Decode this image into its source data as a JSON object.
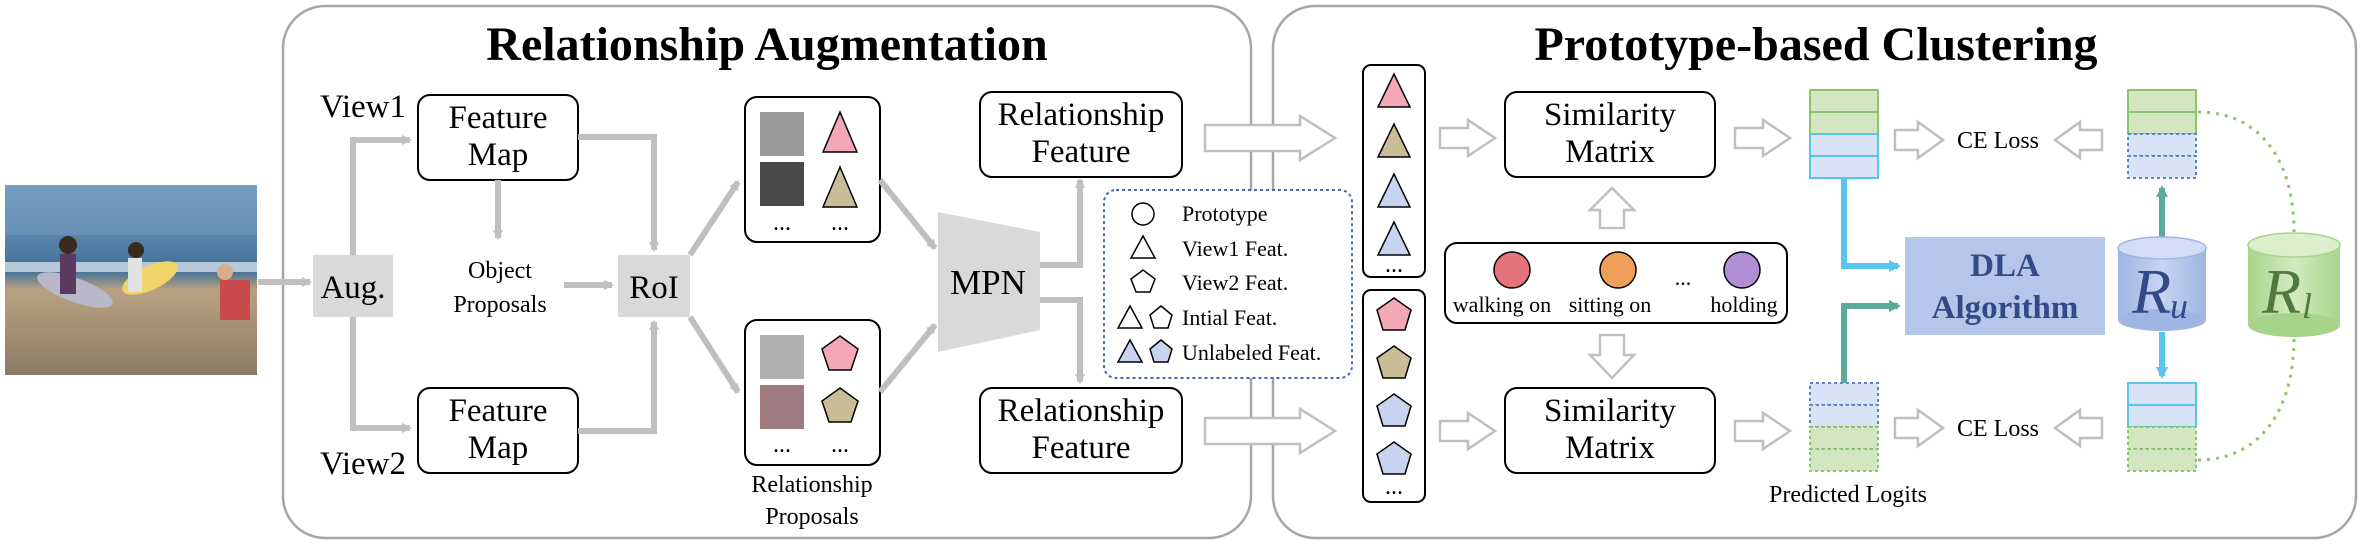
{
  "sections": {
    "left_title": "Relationship Augmentation",
    "right_title": "Prototype-based Clustering"
  },
  "nodes": {
    "aug": "Aug.",
    "view1": "View1",
    "view2": "View2",
    "feature_map": [
      "Feature",
      "Map"
    ],
    "object_proposals": [
      "Object",
      "Proposals"
    ],
    "roi": "RoI",
    "relationship_proposals": [
      "Relationship",
      "Proposals"
    ],
    "mpn": "MPN",
    "relationship_feature": [
      "Relationship",
      "Feature"
    ],
    "similarity_matrix": [
      "Similarity",
      "Matrix"
    ],
    "ce_loss": "CE Loss",
    "dla_algorithm": [
      "DLA",
      "Algorithm"
    ],
    "r_u": "u",
    "r_l": "l",
    "r_symbol": "R",
    "predicted_logits": "Predicted Logits",
    "ellipsis": "...",
    "ellipsis_short": "..."
  },
  "legend": {
    "prototype": "Prototype",
    "view1_feat": "View1 Feat.",
    "view2_feat": "View2 Feat.",
    "initial_feat": "Intial Feat.",
    "unlabeled_feat": "Unlabeled Feat."
  },
  "prototypes": {
    "items": [
      "walking on",
      "sitting on",
      "holding"
    ],
    "ellipsis": "..."
  },
  "colors": {
    "pink": "#f4a7b6",
    "tan": "#c9bd98",
    "lightblue": "#c6d4f0",
    "green_cell": "#d2e7c1",
    "dla_box": "#b6c6ea",
    "arrow_grey": "#bfbfbf",
    "arrow_blue": "#58c4f0",
    "arrow_teal": "#5da99c",
    "proto_red": "#e5737c",
    "proto_orange": "#ee9f5a",
    "proto_purple": "#b28fd4",
    "rl_green": "#b7dc9b"
  }
}
